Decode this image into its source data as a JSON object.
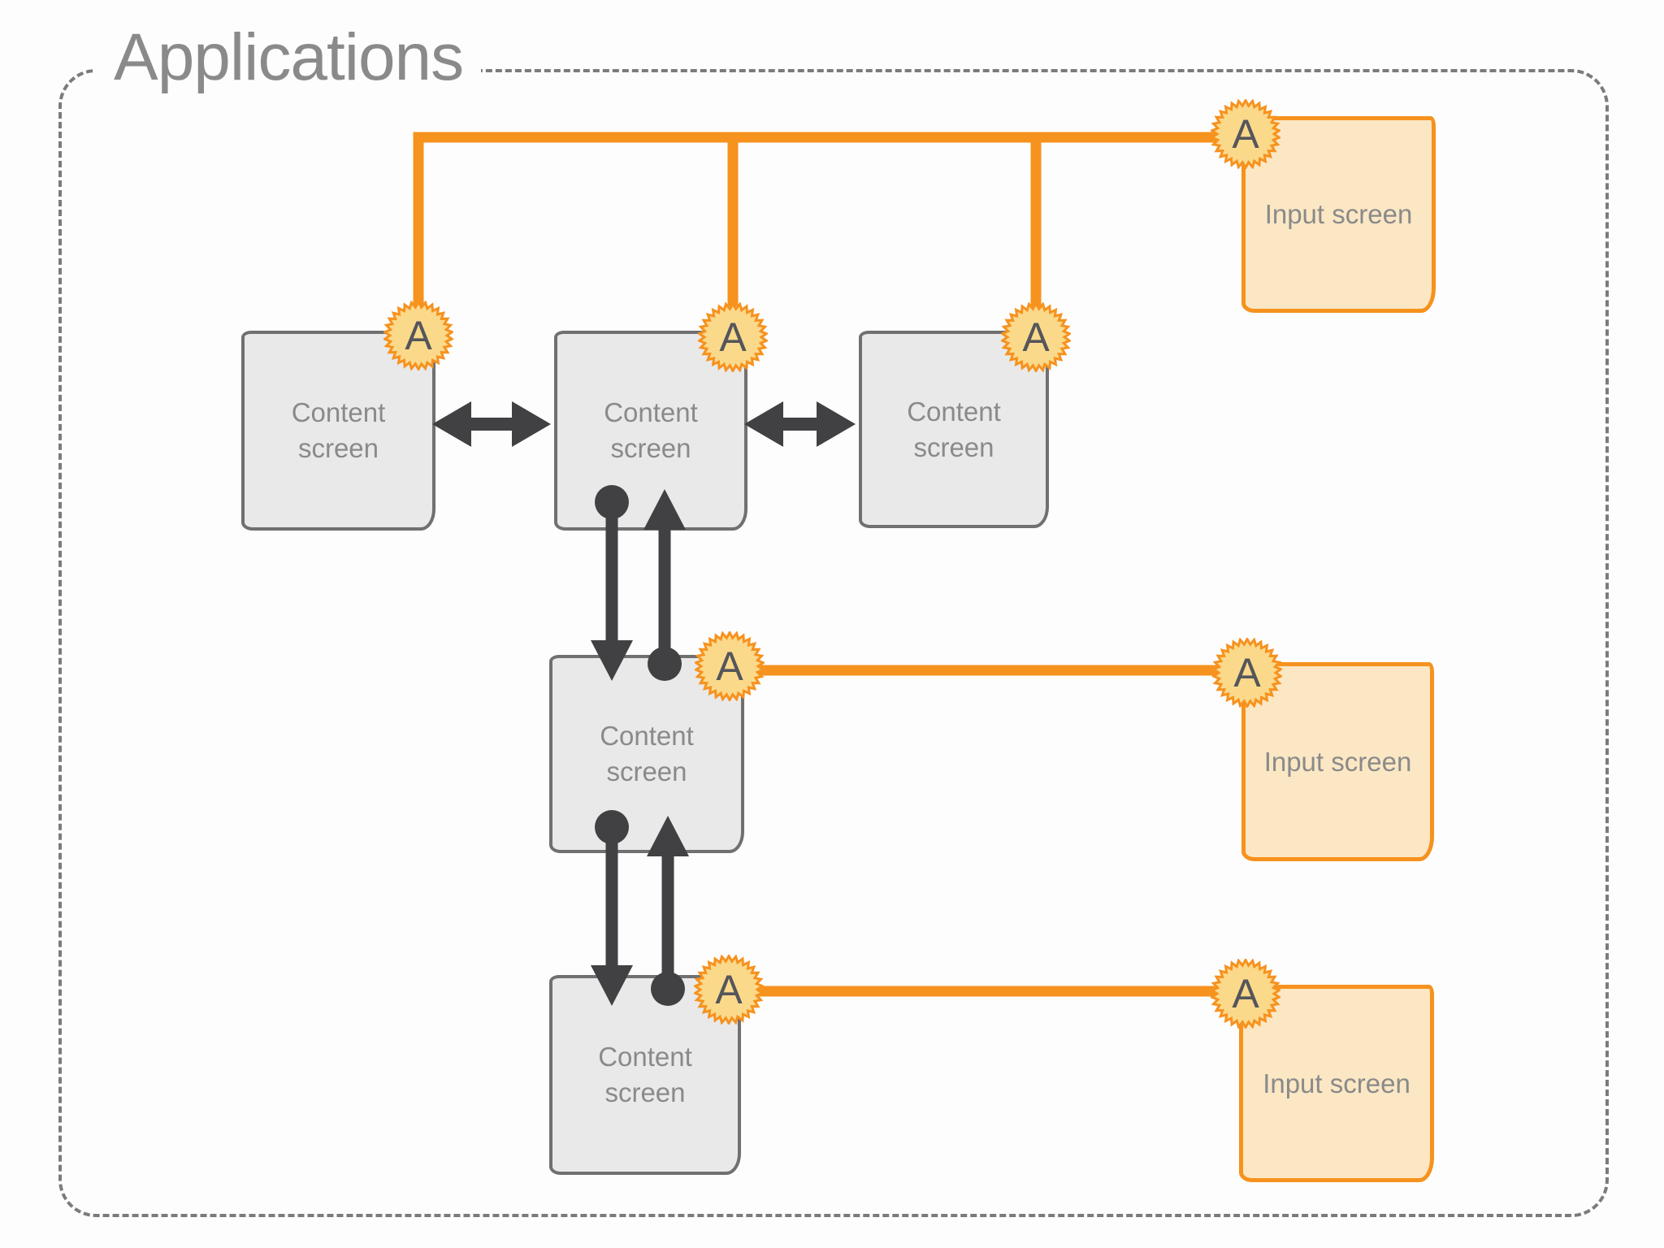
{
  "title": "Applications",
  "badge_letter": "A",
  "nodes": {
    "content": [
      {
        "label": "Content screen"
      },
      {
        "label": "Content screen"
      },
      {
        "label": "Content screen"
      },
      {
        "label": "Content screen"
      },
      {
        "label": "Content screen"
      }
    ],
    "input": [
      {
        "label": "Input screen"
      },
      {
        "label": "Input screen"
      },
      {
        "label": "Input screen"
      }
    ]
  },
  "colors": {
    "background": "#FDFDFD",
    "orange": "#F6921E",
    "badge_fill": "#FBD98B",
    "badge_text": "#55565B",
    "input_fill": "#FBE7C4",
    "content_fill": "#E9E9E9",
    "content_border": "#707070",
    "dark_connector": "#414042",
    "label_text": "#8A8A8A",
    "frame_dash": "#7B7B7B"
  }
}
